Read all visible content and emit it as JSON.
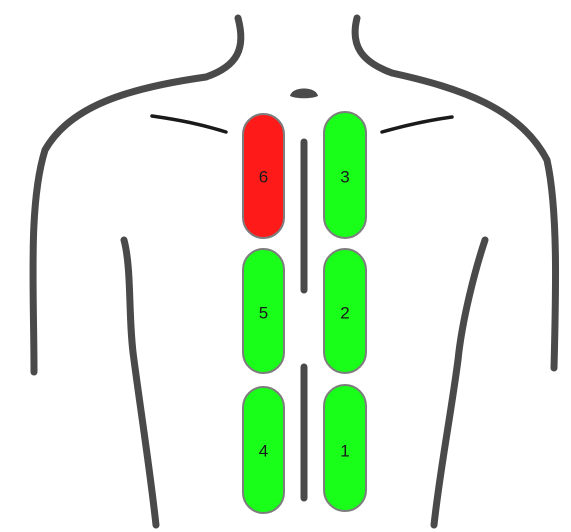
{
  "colors": {
    "active": "#ff1a1a",
    "inactive": "#1aff1a",
    "outline": "#4a4a4a",
    "border": "#7d7d7d",
    "label": "#1a1a1a"
  },
  "zones": [
    {
      "label": "6",
      "status": "active"
    },
    {
      "label": "3",
      "status": "inactive"
    },
    {
      "label": "5",
      "status": "inactive"
    },
    {
      "label": "2",
      "status": "inactive"
    },
    {
      "label": "4",
      "status": "inactive"
    },
    {
      "label": "1",
      "status": "inactive"
    }
  ]
}
